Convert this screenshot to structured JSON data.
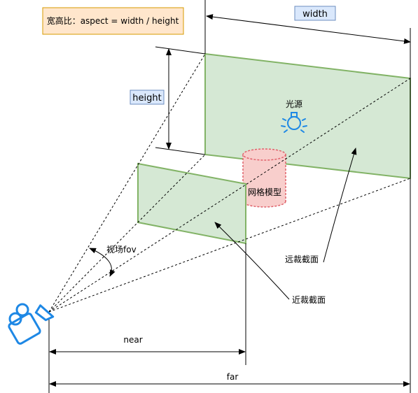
{
  "labels": {
    "aspect": "宽高比：aspect = width / height",
    "width": "width",
    "height": "height",
    "light": "光源",
    "mesh": "网格模型",
    "fov": "视场fov",
    "far_plane": "远裁截面",
    "near_plane": "近裁截面",
    "near": "near",
    "far": "far"
  },
  "icons": {
    "camera": "video-camera-icon",
    "light": "light-bulb-icon"
  },
  "colors": {
    "plane_fill": "#d5e8d4",
    "plane_stroke": "#82b366",
    "mesh_fill": "#f8cecc",
    "mesh_stroke": "#e0626b",
    "label_fill": "#dae8fc",
    "label_stroke": "#6c8ebf",
    "aspect_fill": "#ffe6cc",
    "aspect_stroke": "#d79b00",
    "camera": "#1e88e5"
  }
}
